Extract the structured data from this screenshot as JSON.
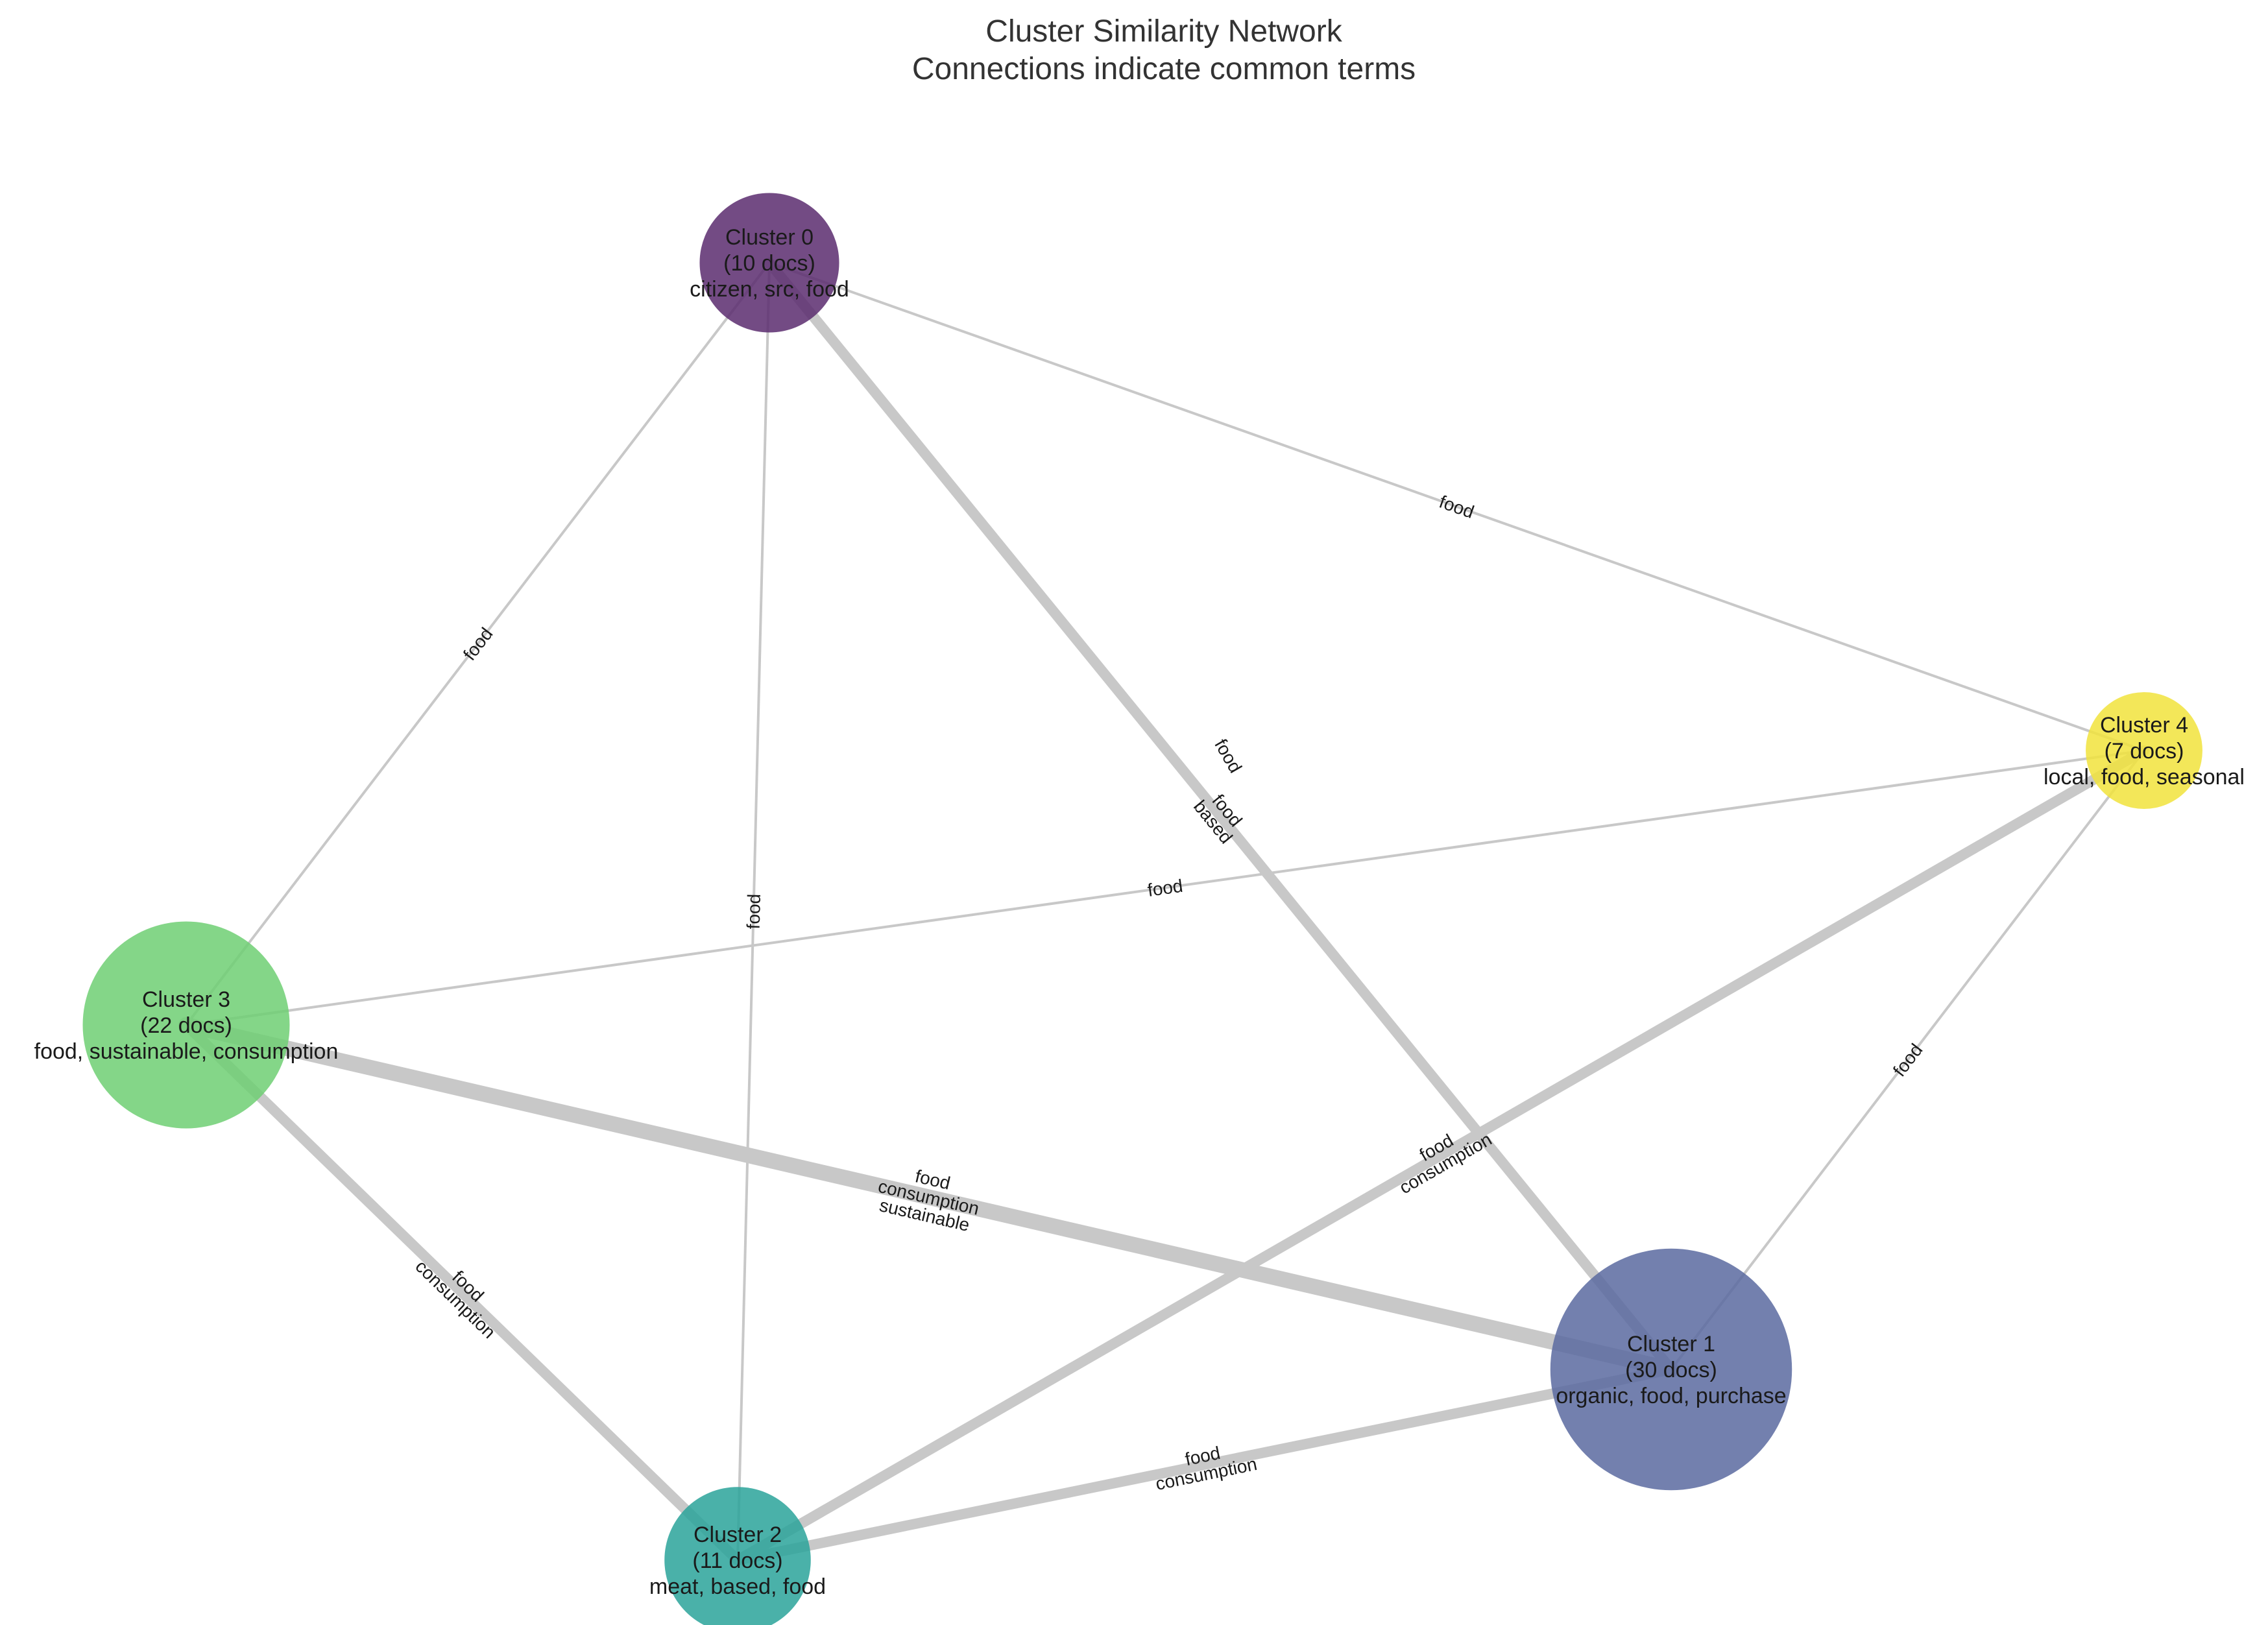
{
  "title": {
    "line1": "Cluster Similarity Network",
    "line2": "Connections indicate common terms"
  },
  "nodes": [
    {
      "id": "0",
      "name": "Cluster 0",
      "docs_label": "(10 docs)",
      "docs": 10,
      "terms": "citizen, src, food",
      "color": "#5b2c6f"
    },
    {
      "id": "1",
      "name": "Cluster 1",
      "docs_label": "(30 docs)",
      "docs": 30,
      "terms": "organic, food, purchase",
      "color": "#5a6aa0"
    },
    {
      "id": "2",
      "name": "Cluster 2",
      "docs_label": "(11 docs)",
      "docs": 11,
      "terms": "meat, based, food",
      "color": "#2aa39a"
    },
    {
      "id": "3",
      "name": "Cluster 3",
      "docs_label": "(22 docs)",
      "docs": 22,
      "terms": "food, sustainable, consumption",
      "color": "#6fcf73"
    },
    {
      "id": "4",
      "name": "Cluster 4",
      "docs_label": "(7 docs)",
      "docs": 7,
      "terms": "local, food, seasonal",
      "color": "#f1e33c"
    }
  ],
  "edges": [
    {
      "source": "0",
      "target": "3",
      "terms": [
        "food"
      ]
    },
    {
      "source": "0",
      "target": "2",
      "terms": [
        "food"
      ]
    },
    {
      "source": "0",
      "target": "1",
      "terms": [
        "food",
        "based"
      ]
    },
    {
      "source": "0",
      "target": "4",
      "terms": [
        "food"
      ]
    },
    {
      "source": "3",
      "target": "4",
      "terms": [
        "food"
      ]
    },
    {
      "source": "3",
      "target": "1",
      "terms": [
        "food",
        "consumption",
        "sustainable"
      ]
    },
    {
      "source": "3",
      "target": "2",
      "terms": [
        "food",
        "consumption"
      ]
    },
    {
      "source": "2",
      "target": "4",
      "terms": [
        "food",
        "consumption"
      ]
    },
    {
      "source": "2",
      "target": "1",
      "terms": [
        "food",
        "consumption"
      ]
    },
    {
      "source": "1",
      "target": "4",
      "terms": [
        "food"
      ]
    }
  ],
  "extra_edge_label": [
    "food"
  ]
}
